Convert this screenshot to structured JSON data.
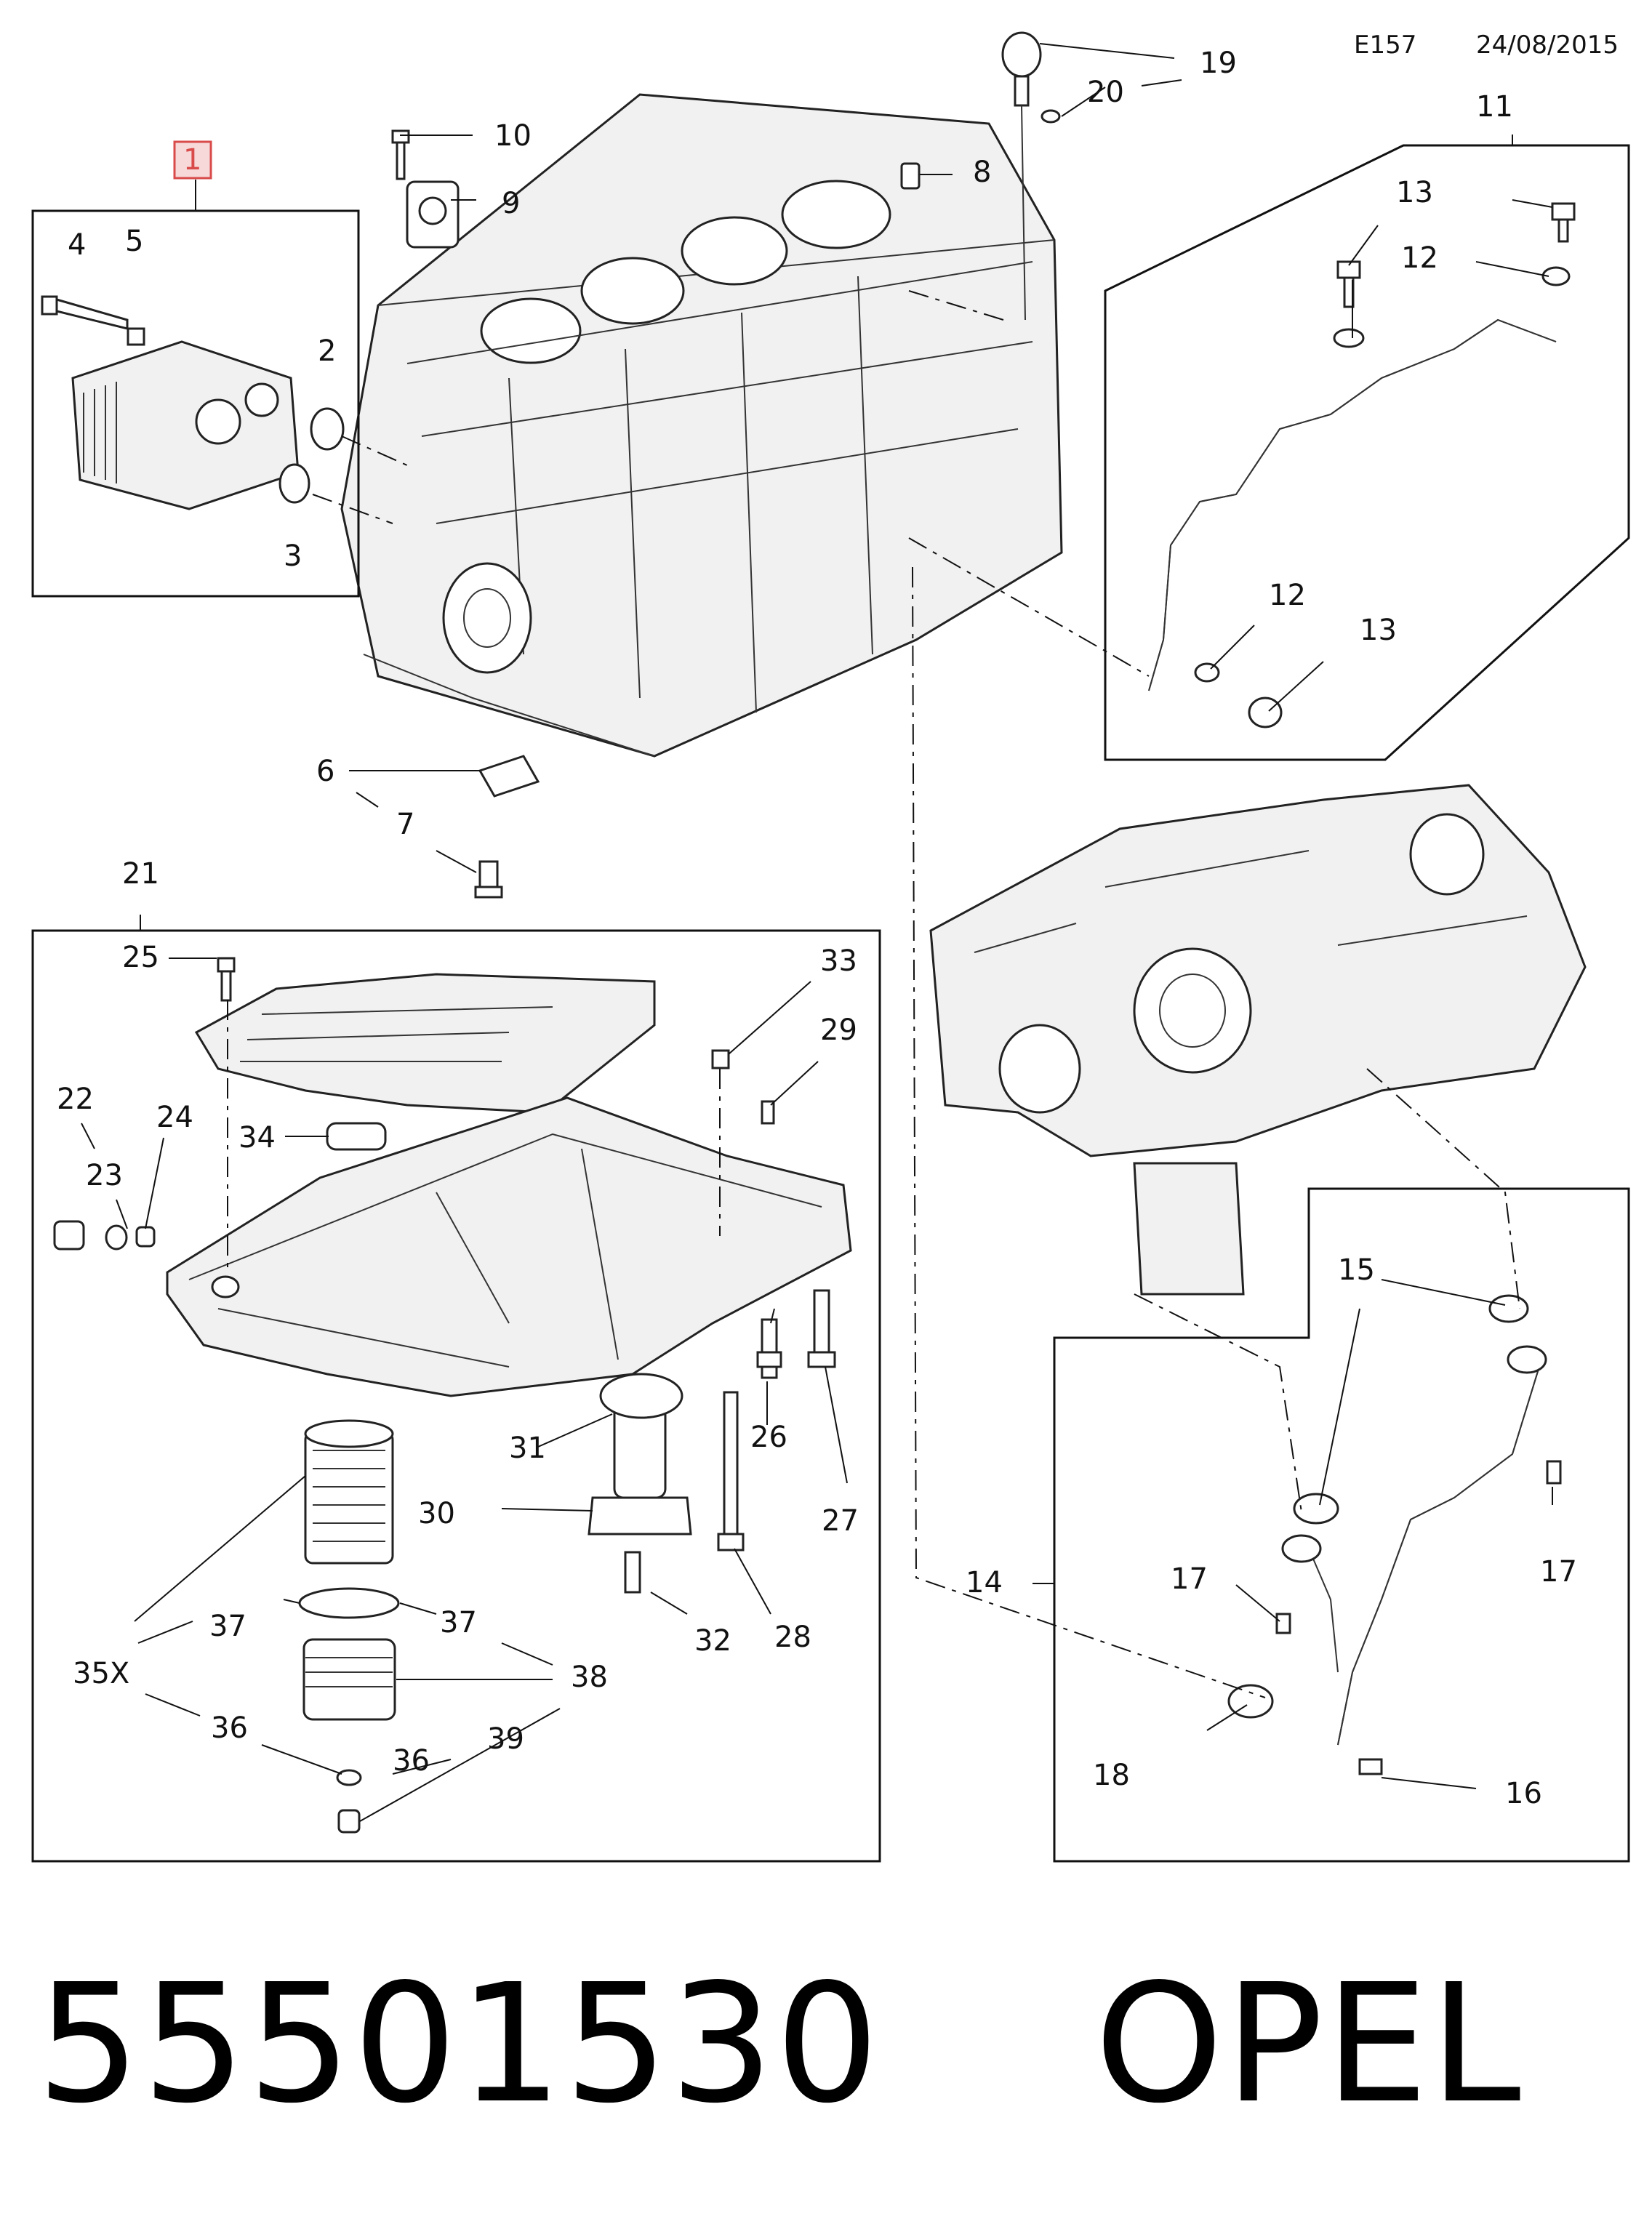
{
  "header": {
    "diagram_code": "E157",
    "date": "24/08/2015"
  },
  "footer": {
    "part_number": "55501530",
    "brand": "OPEL"
  },
  "callouts": {
    "c1": "1",
    "c2": "2",
    "c3": "3",
    "c4": "4",
    "c5": "5",
    "c6": "6",
    "c7": "7",
    "c8": "8",
    "c9": "9",
    "c10": "10",
    "c11": "11",
    "c12a": "12",
    "c12b": "12",
    "c13a": "13",
    "c13b": "13",
    "c14": "14",
    "c15": "15",
    "c16": "16",
    "c17a": "17",
    "c17b": "17",
    "c18": "18",
    "c19": "19",
    "c20": "20",
    "c21": "21",
    "c22": "22",
    "c23": "23",
    "c24": "24",
    "c25": "25",
    "c26": "26",
    "c27": "27",
    "c28": "28",
    "c29": "29",
    "c30": "30",
    "c31": "31",
    "c32": "32",
    "c33": "33",
    "c34": "34",
    "c35x": "35X",
    "c36a": "36",
    "c36b": "36",
    "c37a": "37",
    "c37b": "37",
    "c38": "38",
    "c39": "39"
  },
  "highlight_color": "#d94a4a"
}
